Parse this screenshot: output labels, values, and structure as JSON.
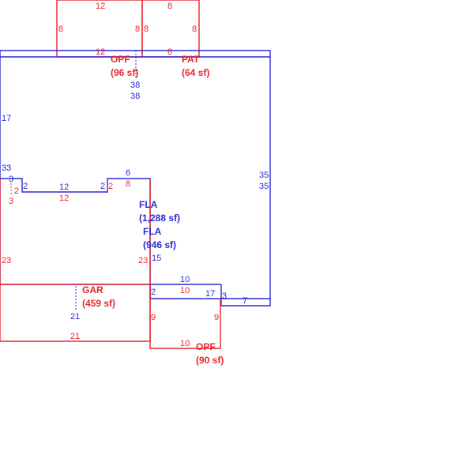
{
  "colors": {
    "red": "#e8262b",
    "blue": "#2a2ad6"
  },
  "areas": {
    "opf_top": {
      "name": "OPF",
      "size": "(96 sf)"
    },
    "pat": {
      "name": "PAT",
      "size": "(64 sf)"
    },
    "fla_main": {
      "name": "FLA",
      "size": "(1,288 sf)"
    },
    "fla_sub": {
      "name": "FLA",
      "size": "(946 sf)"
    },
    "gar": {
      "name": "GAR",
      "size": "(459 sf)"
    },
    "opf_bottom": {
      "name": "OPF",
      "size": "(90 sf)"
    }
  },
  "dims": {
    "opf_top_top": "12",
    "opf_top_left": "8",
    "opf_top_right": "8",
    "opf_top_bottom": "12",
    "pat_top": "8",
    "pat_left": "8",
    "pat_right": "8",
    "pat_bottom": "8",
    "fla_38a": "38",
    "fla_38b": "38",
    "fla_17": "17",
    "fla_33": "33",
    "fla_3b": "3",
    "fla_2a": "2",
    "fla_12b": "12",
    "fla_2b": "2",
    "fla_6": "6",
    "fla_35a": "35",
    "fla_35b": "35",
    "fla_15": "15",
    "fla_10b": "10",
    "fla_2c": "2",
    "fla_17b": "17",
    "fla_3c": "3",
    "fla_7": "7",
    "sub_2r": "2",
    "sub_3r": "3",
    "sub_12r": "12",
    "sub_2r2": "2",
    "sub_8r": "8",
    "sub_23l": "23",
    "sub_23r": "23",
    "gar_21b": "21",
    "gar_21r": "21",
    "opfb_10t": "10",
    "opfb_9l": "9",
    "opfb_9r": "9",
    "opfb_10b": "10"
  }
}
